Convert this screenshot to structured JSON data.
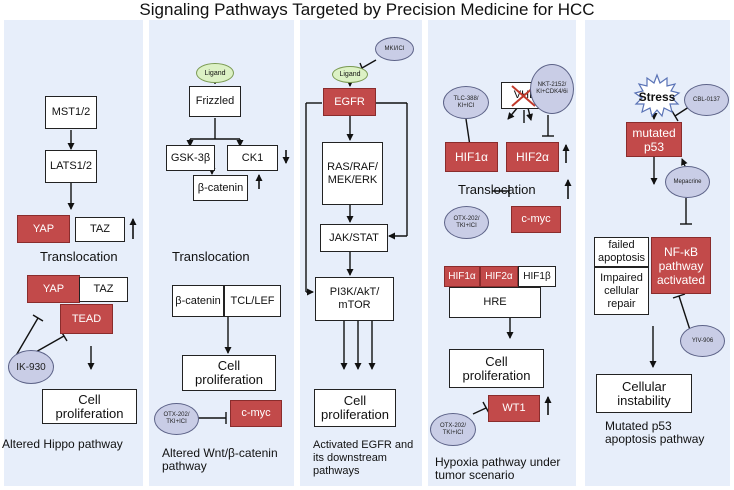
{
  "title": "Signaling Pathways Targeted by Precision Medicine for HCC",
  "hippo": {
    "mst": "MST1/2",
    "lats": "LATS1/2",
    "yap": "YAP",
    "taz": "TAZ",
    "translocation": "Translocation",
    "yap2": "YAP",
    "taz2": "TAZ",
    "tead": "TEAD",
    "ik930": "IK-930",
    "cell_prolif": "Cell proliferation",
    "caption": "Altered Hippo pathway"
  },
  "wnt": {
    "ligand": "Ligand",
    "frizzled": "Frizzled",
    "gsk": "GSK-3β",
    "ck1": "CK1",
    "bcatenin": "β-catenin",
    "translocation": "Translocation",
    "bcatenin2": "β-catenin",
    "tcf": "TCL/LEF",
    "cell_prolif": "Cell proliferation",
    "otx": "OTX-202/ TKI+ICI",
    "cmyc": "c-myc",
    "caption": "Altered Wnt/β-catenin pathway"
  },
  "egfr": {
    "mki": "MKI/ICI",
    "ligand": "Ligand",
    "egfr": "EGFR",
    "ras": "RAS/RAF/ MEK/ERK",
    "jak": "JAK/STAT",
    "pi3k": "PI3K/AkT/ mTOR",
    "cell_prolif": "Cell proliferation",
    "caption": "Activated EGFR and its downstream pathways"
  },
  "hypoxia": {
    "tlc": "TLC-388/ KI+ICI",
    "vhl": "VHL",
    "nkt": "NKT-2152/ KI+CDK4/6i",
    "hif1a": "HIF1α",
    "hif2a": "HIF2α",
    "translocation": "Translocation",
    "otx": "OTX-202/ TKI+ICI",
    "cmyc": "c-myc",
    "hif1a_b": "HIF1α",
    "hif2a_b": "HIF2α",
    "hif1b": "HIF1β",
    "hre": "HRE",
    "cell_prolif": "Cell proliferation",
    "otx2": "OTX-202/ TKI+ICI",
    "wt1": "WT1",
    "caption": "Hypoxia pathway under tumor scenario"
  },
  "p53": {
    "stress": "Stress",
    "cbl": "CBL-0137",
    "mutated": "mutated p53",
    "mepacrine": "Mepacrine",
    "failed": "failed apoptosis",
    "impaired": "Impaired cellular repair",
    "nfkb": "NF-κB pathway activated",
    "yiv": "YIV-906",
    "instability": "Cellular instability",
    "caption": "Mutated p53 apoptosis pathway"
  },
  "colors": {
    "panel": "#e7eefa",
    "red_box": "#c24a4a",
    "drug_oval": "#c9cde6",
    "ligand": "#dcf1c5"
  },
  "icons": [
    "up-arrow-icon",
    "down-arrow-icon",
    "inhibit-bar-icon",
    "cross-out-icon",
    "burst-icon"
  ]
}
